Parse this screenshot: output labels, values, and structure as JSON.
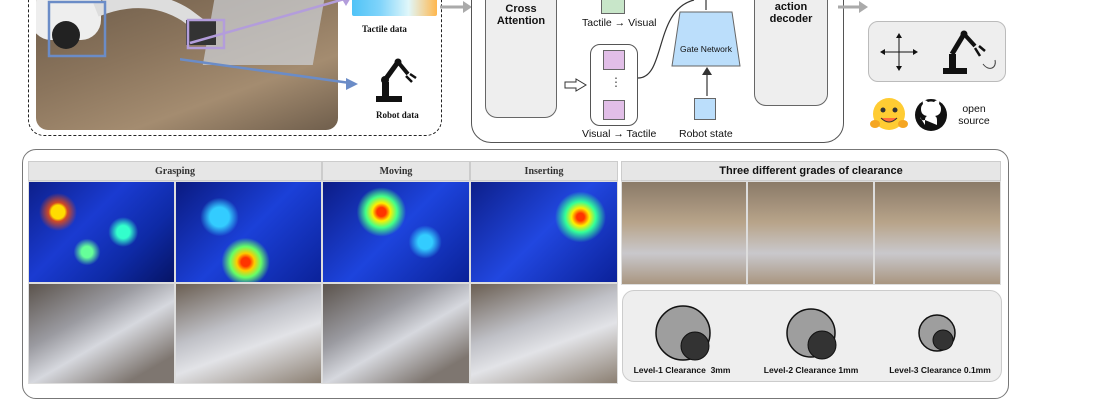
{
  "top": {
    "tactile_data": "Tactile data",
    "robot_data": "Robot data",
    "cross_attention": "Cross\nAttention",
    "tactile_visual": "Tactile → Visual",
    "visual_tactile": "Visual → Tactile",
    "gate_network": "Gate Network",
    "robot_state": "Robot state",
    "action_decoder": "action\ndecoder",
    "open_source": "open\nsource",
    "ellipsis": "⋮"
  },
  "panel": {
    "columns": [
      "Grasping",
      "Moving",
      "Inserting"
    ],
    "clearance_title": "Three different grades of clearance",
    "levels": [
      "Level-1 Clearance  3mm",
      "Level-2 Clearance 1mm",
      "Level-3 Clearance 0.1mm"
    ]
  },
  "colors": {
    "tactile_block": "#c8e6c9",
    "visual_block": "#e1bee7",
    "gate": "#bbdefb",
    "arrow_blue": "#6b8cc7",
    "arrow_purple": "#b39ddb",
    "arrow_gray": "#aaaaaa"
  },
  "icons": [
    "hugging-face-icon",
    "github-icon",
    "robot-arm-icon",
    "move-arrows-icon"
  ]
}
